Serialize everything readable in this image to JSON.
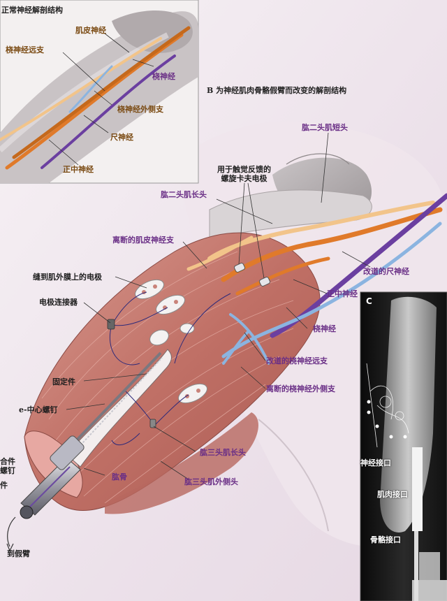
{
  "panel_a": {
    "title": "正常神经解剖结构",
    "labels": {
      "musculocutaneous": "肌皮神经",
      "radial_distal": "桡神经远支",
      "radial": "桡神经",
      "radial_lateral": "桡神经外侧支",
      "ulnar": "尺神经",
      "median": "正中神经"
    }
  },
  "panel_b": {
    "title": "B 为神经肌肉骨骼假臂而改变的解剖结构",
    "labels": {
      "biceps_short": "肱二头肌短头",
      "cuff_electrodes": "用于触觉反馈的\n螺旋卡夫电极",
      "biceps_long": "肱二头肌长头",
      "severed_musculocutaneous": "离断的肌皮神经支",
      "redirected_ulnar": "改道的尺神经",
      "epimysial_electrodes": "缝到肌外膜上的电极",
      "electrode_connector": "电极连接器",
      "median": "正中神经",
      "radial": "桡神经",
      "redirected_radial_distal": "改道的桡神经远支",
      "severed_radial_lateral": "离断的桡神经外侧支",
      "fixture": "固定件",
      "center_screw": "e-中心螺钉",
      "abutment_screw": "合件\n螺钉",
      "abutment": "件",
      "humerus": "肱骨",
      "triceps_long": "肱三头肌长头",
      "triceps_lateral": "肱三头肌外侧头",
      "to_prosthesis": "到假臂"
    }
  },
  "panel_c": {
    "letter": "C",
    "labels": {
      "nerve_interface": "神经接口",
      "muscle_interface": "肌肉接口",
      "bone_interface": "骨骼接口"
    }
  },
  "colors": {
    "musculocutaneous": "#f2c48a",
    "median": "#e07a2a",
    "ulnar": "#6b3fa0",
    "radial": "#8bb4e0",
    "muscle": "#c9837a",
    "skin": "#efe3e4"
  }
}
